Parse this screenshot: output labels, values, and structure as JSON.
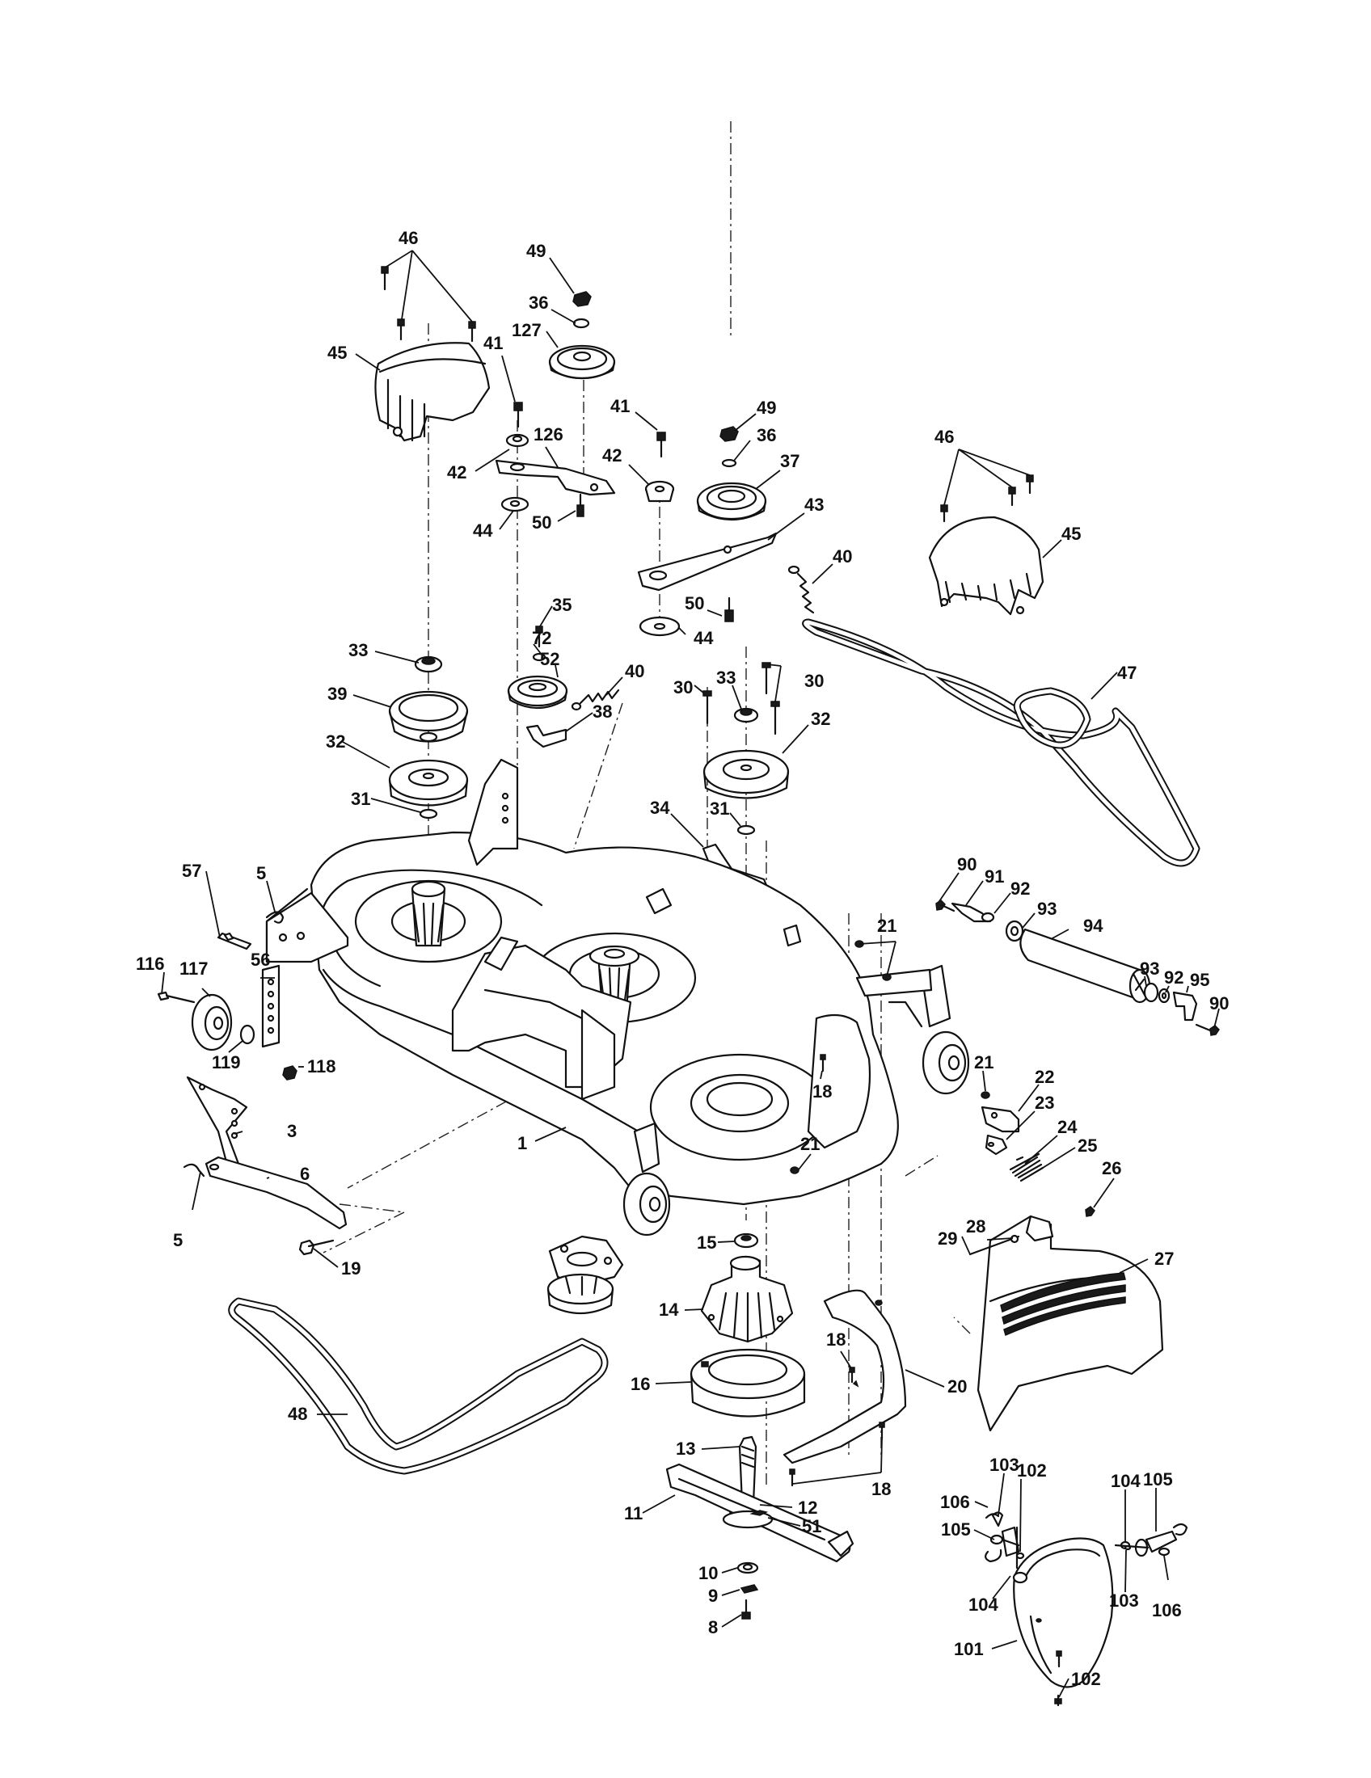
{
  "callouts": [
    {
      "id": "c46a",
      "text": "46"
    },
    {
      "id": "c45a",
      "text": "45"
    },
    {
      "id": "c41a",
      "text": "41"
    },
    {
      "id": "c49a",
      "text": "49"
    },
    {
      "id": "c36a",
      "text": "36"
    },
    {
      "id": "c127",
      "text": "127"
    },
    {
      "id": "c42a",
      "text": "42"
    },
    {
      "id": "c126",
      "text": "126"
    },
    {
      "id": "c44a",
      "text": "44"
    },
    {
      "id": "c50a",
      "text": "50"
    },
    {
      "id": "c41b",
      "text": "41"
    },
    {
      "id": "c42b",
      "text": "42"
    },
    {
      "id": "c49b",
      "text": "49"
    },
    {
      "id": "c36b",
      "text": "36"
    },
    {
      "id": "c37",
      "text": "37"
    },
    {
      "id": "c43",
      "text": "43"
    },
    {
      "id": "c46b",
      "text": "46"
    },
    {
      "id": "c45b",
      "text": "45"
    },
    {
      "id": "c40a",
      "text": "40"
    },
    {
      "id": "c50b",
      "text": "50"
    },
    {
      "id": "c44b",
      "text": "44"
    },
    {
      "id": "c35",
      "text": "35"
    },
    {
      "id": "c72",
      "text": "72"
    },
    {
      "id": "c52",
      "text": "52"
    },
    {
      "id": "c40b",
      "text": "40"
    },
    {
      "id": "c33a",
      "text": "33"
    },
    {
      "id": "c39",
      "text": "39"
    },
    {
      "id": "c30a",
      "text": "30"
    },
    {
      "id": "c33b",
      "text": "33"
    },
    {
      "id": "c30b",
      "text": "30"
    },
    {
      "id": "c47",
      "text": "47"
    },
    {
      "id": "c38",
      "text": "38"
    },
    {
      "id": "c32a",
      "text": "32"
    },
    {
      "id": "c32b",
      "text": "32"
    },
    {
      "id": "c31a",
      "text": "31"
    },
    {
      "id": "c31b",
      "text": "31"
    },
    {
      "id": "c34",
      "text": "34"
    },
    {
      "id": "c5a",
      "text": "5"
    },
    {
      "id": "c57",
      "text": "57"
    },
    {
      "id": "c21a",
      "text": "21"
    },
    {
      "id": "c90a",
      "text": "90"
    },
    {
      "id": "c91",
      "text": "91"
    },
    {
      "id": "c92a",
      "text": "92"
    },
    {
      "id": "c93a",
      "text": "93"
    },
    {
      "id": "c94",
      "text": "94"
    },
    {
      "id": "c116",
      "text": "116"
    },
    {
      "id": "c117",
      "text": "117"
    },
    {
      "id": "c56",
      "text": "56"
    },
    {
      "id": "c93b",
      "text": "93"
    },
    {
      "id": "c92b",
      "text": "92"
    },
    {
      "id": "c95",
      "text": "95"
    },
    {
      "id": "c90b",
      "text": "90"
    },
    {
      "id": "c119",
      "text": "119"
    },
    {
      "id": "c118",
      "text": "118"
    },
    {
      "id": "c18a",
      "text": "18"
    },
    {
      "id": "c21b",
      "text": "21"
    },
    {
      "id": "c22",
      "text": "22"
    },
    {
      "id": "c23",
      "text": "23"
    },
    {
      "id": "c24",
      "text": "24"
    },
    {
      "id": "c3",
      "text": "3"
    },
    {
      "id": "c1",
      "text": "1"
    },
    {
      "id": "c21c",
      "text": "21"
    },
    {
      "id": "c25",
      "text": "25"
    },
    {
      "id": "c6",
      "text": "6"
    },
    {
      "id": "c26",
      "text": "26"
    },
    {
      "id": "c28",
      "text": "28"
    },
    {
      "id": "c29",
      "text": "29"
    },
    {
      "id": "c5b",
      "text": "5"
    },
    {
      "id": "c15",
      "text": "15"
    },
    {
      "id": "c27",
      "text": "27"
    },
    {
      "id": "c19",
      "text": "19"
    },
    {
      "id": "c14",
      "text": "14"
    },
    {
      "id": "c18b",
      "text": "18"
    },
    {
      "id": "c16",
      "text": "16"
    },
    {
      "id": "c20",
      "text": "20"
    },
    {
      "id": "c48",
      "text": "48"
    },
    {
      "id": "c13",
      "text": "13"
    },
    {
      "id": "c18c",
      "text": "18"
    },
    {
      "id": "c103a",
      "text": "103"
    },
    {
      "id": "c102a",
      "text": "102"
    },
    {
      "id": "c104a",
      "text": "104"
    },
    {
      "id": "c105a",
      "text": "105"
    },
    {
      "id": "c106a",
      "text": "106"
    },
    {
      "id": "c12",
      "text": "12"
    },
    {
      "id": "c11",
      "text": "11"
    },
    {
      "id": "c51",
      "text": "51"
    },
    {
      "id": "c105b",
      "text": "105"
    },
    {
      "id": "c10",
      "text": "10"
    },
    {
      "id": "c104b",
      "text": "104"
    },
    {
      "id": "c103b",
      "text": "103"
    },
    {
      "id": "c106b",
      "text": "106"
    },
    {
      "id": "c9",
      "text": "9"
    },
    {
      "id": "c8",
      "text": "8"
    },
    {
      "id": "c101",
      "text": "101"
    },
    {
      "id": "c102b",
      "text": "102"
    }
  ]
}
